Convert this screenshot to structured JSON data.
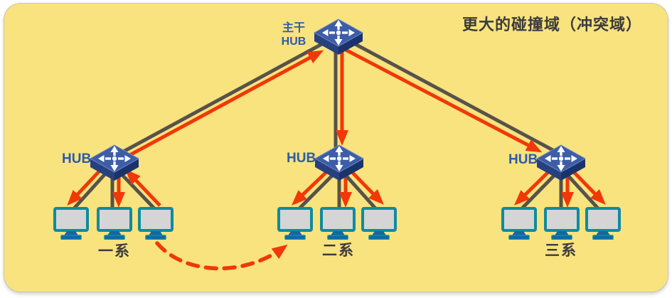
{
  "title": "更大的碰撞域（冲突域）",
  "colors": {
    "panel_bg": "#F9E37E",
    "line_gray": "#57524A",
    "arrow_red": "#F03808",
    "hub_blue": "#2A5CA8",
    "label_dark": "#3B3B3B",
    "monitor_teal": "#0E8C9E",
    "monitor_screen": "#D5D5D5",
    "monitor_stand": "#1466A7"
  },
  "backbone_hub": {
    "label_line1": "主干",
    "label_line2": "HUB"
  },
  "hubs": [
    {
      "label": "HUB"
    },
    {
      "label": "HUB"
    },
    {
      "label": "HUB"
    }
  ],
  "groups": [
    {
      "label": "一系",
      "computers": 3
    },
    {
      "label": "二系",
      "computers": 3
    },
    {
      "label": "三系",
      "computers": 3
    }
  ],
  "diagram": {
    "type": "network-topology",
    "edges": [
      {
        "from": "hub-left",
        "to": "backbone-hub",
        "arrow": "to-backbone"
      },
      {
        "from": "backbone-hub",
        "to": "hub-center",
        "arrow": "to-hub"
      },
      {
        "from": "backbone-hub",
        "to": "hub-right",
        "arrow": "to-hub"
      },
      {
        "from": "hub-left",
        "to": "group1-pc1",
        "arrow": "to-pc"
      },
      {
        "from": "hub-left",
        "to": "group1-pc2",
        "arrow": "to-pc"
      },
      {
        "from": "group1-pc3",
        "to": "hub-left",
        "arrow": "to-hub"
      },
      {
        "from": "hub-center",
        "to": "group2-pc1",
        "arrow": "to-pc"
      },
      {
        "from": "hub-center",
        "to": "group2-pc2",
        "arrow": "to-pc"
      },
      {
        "from": "hub-center",
        "to": "group2-pc3",
        "arrow": "to-pc"
      },
      {
        "from": "hub-right",
        "to": "group3-pc1",
        "arrow": "to-pc"
      },
      {
        "from": "hub-right",
        "to": "group3-pc2",
        "arrow": "to-pc"
      },
      {
        "from": "hub-right",
        "to": "group3-pc3",
        "arrow": "to-pc"
      },
      {
        "from": "group1-pc3",
        "to": "group2-pc1",
        "arrow": "dashed-communication"
      }
    ]
  }
}
